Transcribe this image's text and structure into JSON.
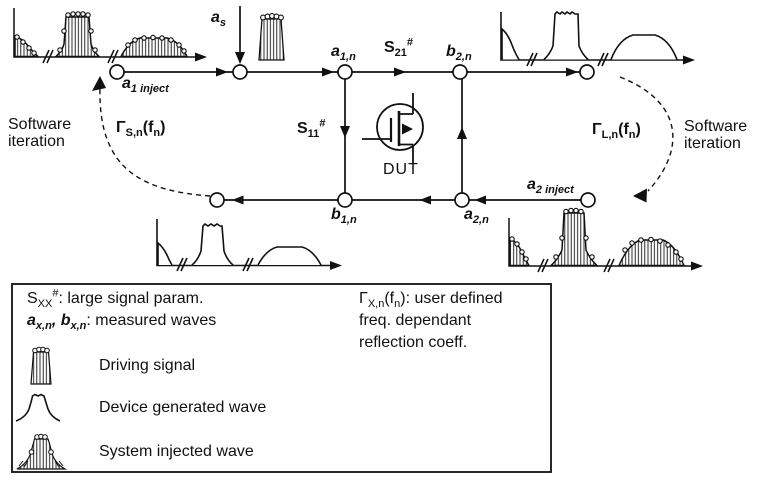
{
  "figure": {
    "description": "Signal flow diagram of software-iteration based load/source-pull measurement around a DUT",
    "colors": {
      "ink": "#111111",
      "background": "#ffffff"
    }
  },
  "diagram": {
    "labels": {
      "a_s": "a_{s}",
      "a1_inject": "a_{1 inject}",
      "a1n": "a_{1,n}",
      "s21": "S_{21}^{#}",
      "b2n": "b_{2,n}",
      "s11": "S_{11}^{#}",
      "b1n": "b_{1,n}",
      "a2n": "a_{2,n}",
      "a2_inject": "a_{2 inject}",
      "gamma_source": "Γ_{S,n}(f_{n})",
      "gamma_load": "Γ_{L,n}(f_{n})",
      "software_iteration_left": "Software iteration",
      "software_iteration_right": "Software iteration",
      "dut": "DUT"
    },
    "icons": {
      "spectrum_top_left": "injected + driving spectrum at source side",
      "spectrum_top_right": "device generated spectrum at load side",
      "spectrum_bottom_left": "device generated spectrum at source side",
      "spectrum_bottom_right": "injected spectrum at load side",
      "driving_signal_at_source": "driving-signal spike beside a_s input"
    }
  },
  "legend": {
    "line_s": "S_{XX}^{#}: large signal param.",
    "line_ab_vars": "a_{x,n}, b_{x,n}",
    "line_ab_desc": ": measured waves",
    "line_gamma1": "Γ_{X,n}(f_{n}): user defined",
    "line_gamma2": "freq. dependant",
    "line_gamma3": "reflection coeff.",
    "items": [
      {
        "icon": "driving-signal-icon",
        "label": "Driving signal"
      },
      {
        "icon": "device-generated-wave-icon",
        "label": "Device generated wave"
      },
      {
        "icon": "system-injected-wave-icon",
        "label": "System injected wave"
      }
    ]
  }
}
